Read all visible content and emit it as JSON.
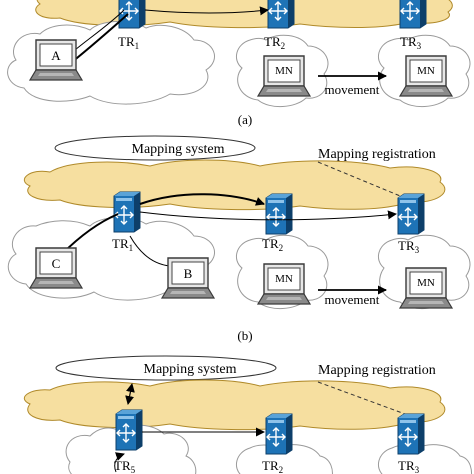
{
  "panel_a": {
    "caption": "(a)",
    "router_left": "TR",
    "router_left_sub": "1",
    "router_mid": "TR",
    "router_mid_sub": "2",
    "router_right": "TR",
    "router_right_sub": "3",
    "host_a": "A",
    "mn_left": "MN",
    "mn_right": "MN",
    "movement": "movement"
  },
  "panel_b": {
    "caption": "(b)",
    "mapping_system": "Mapping system",
    "mapping_registration": "Mapping registration",
    "router_left": "TR",
    "router_left_sub": "1",
    "router_mid": "TR",
    "router_mid_sub": "2",
    "router_right": "TR",
    "router_right_sub": "3",
    "host_c": "C",
    "host_b": "B",
    "mn_left": "MN",
    "mn_right": "MN",
    "movement": "movement"
  },
  "panel_c": {
    "mapping_system": "Mapping system",
    "mapping_registration": "Mapping registration",
    "router_left": "TR",
    "router_left_sub": "5",
    "router_mid": "TR",
    "router_mid_sub": "2",
    "router_right": "TR",
    "router_right_sub": "3"
  },
  "colors": {
    "cloud_fill": "#f6dfa0",
    "router_blue": "#1e73b6",
    "router_dark": "#0d3f6a"
  }
}
